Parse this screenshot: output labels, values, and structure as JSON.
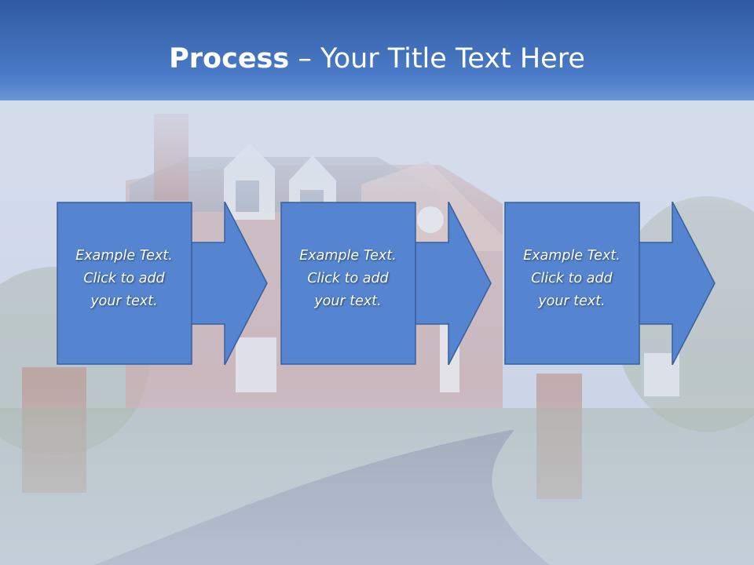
{
  "slide": {
    "title_bold": "Process",
    "title_rest": " – Your Title Text Here",
    "background": "suburban-brick-house-photo",
    "accent": "#4a78c3",
    "box_fill": "#5585d0",
    "box_stroke": "#3a5f99"
  },
  "steps": [
    {
      "line1": "Example Text.",
      "line2": "Click  to add",
      "line3": "your text."
    },
    {
      "line1": "Example Text.",
      "line2": "Click  to add",
      "line3": "your text."
    },
    {
      "line1": "Example Text.",
      "line2": "Click  to add",
      "line3": "your text."
    }
  ]
}
